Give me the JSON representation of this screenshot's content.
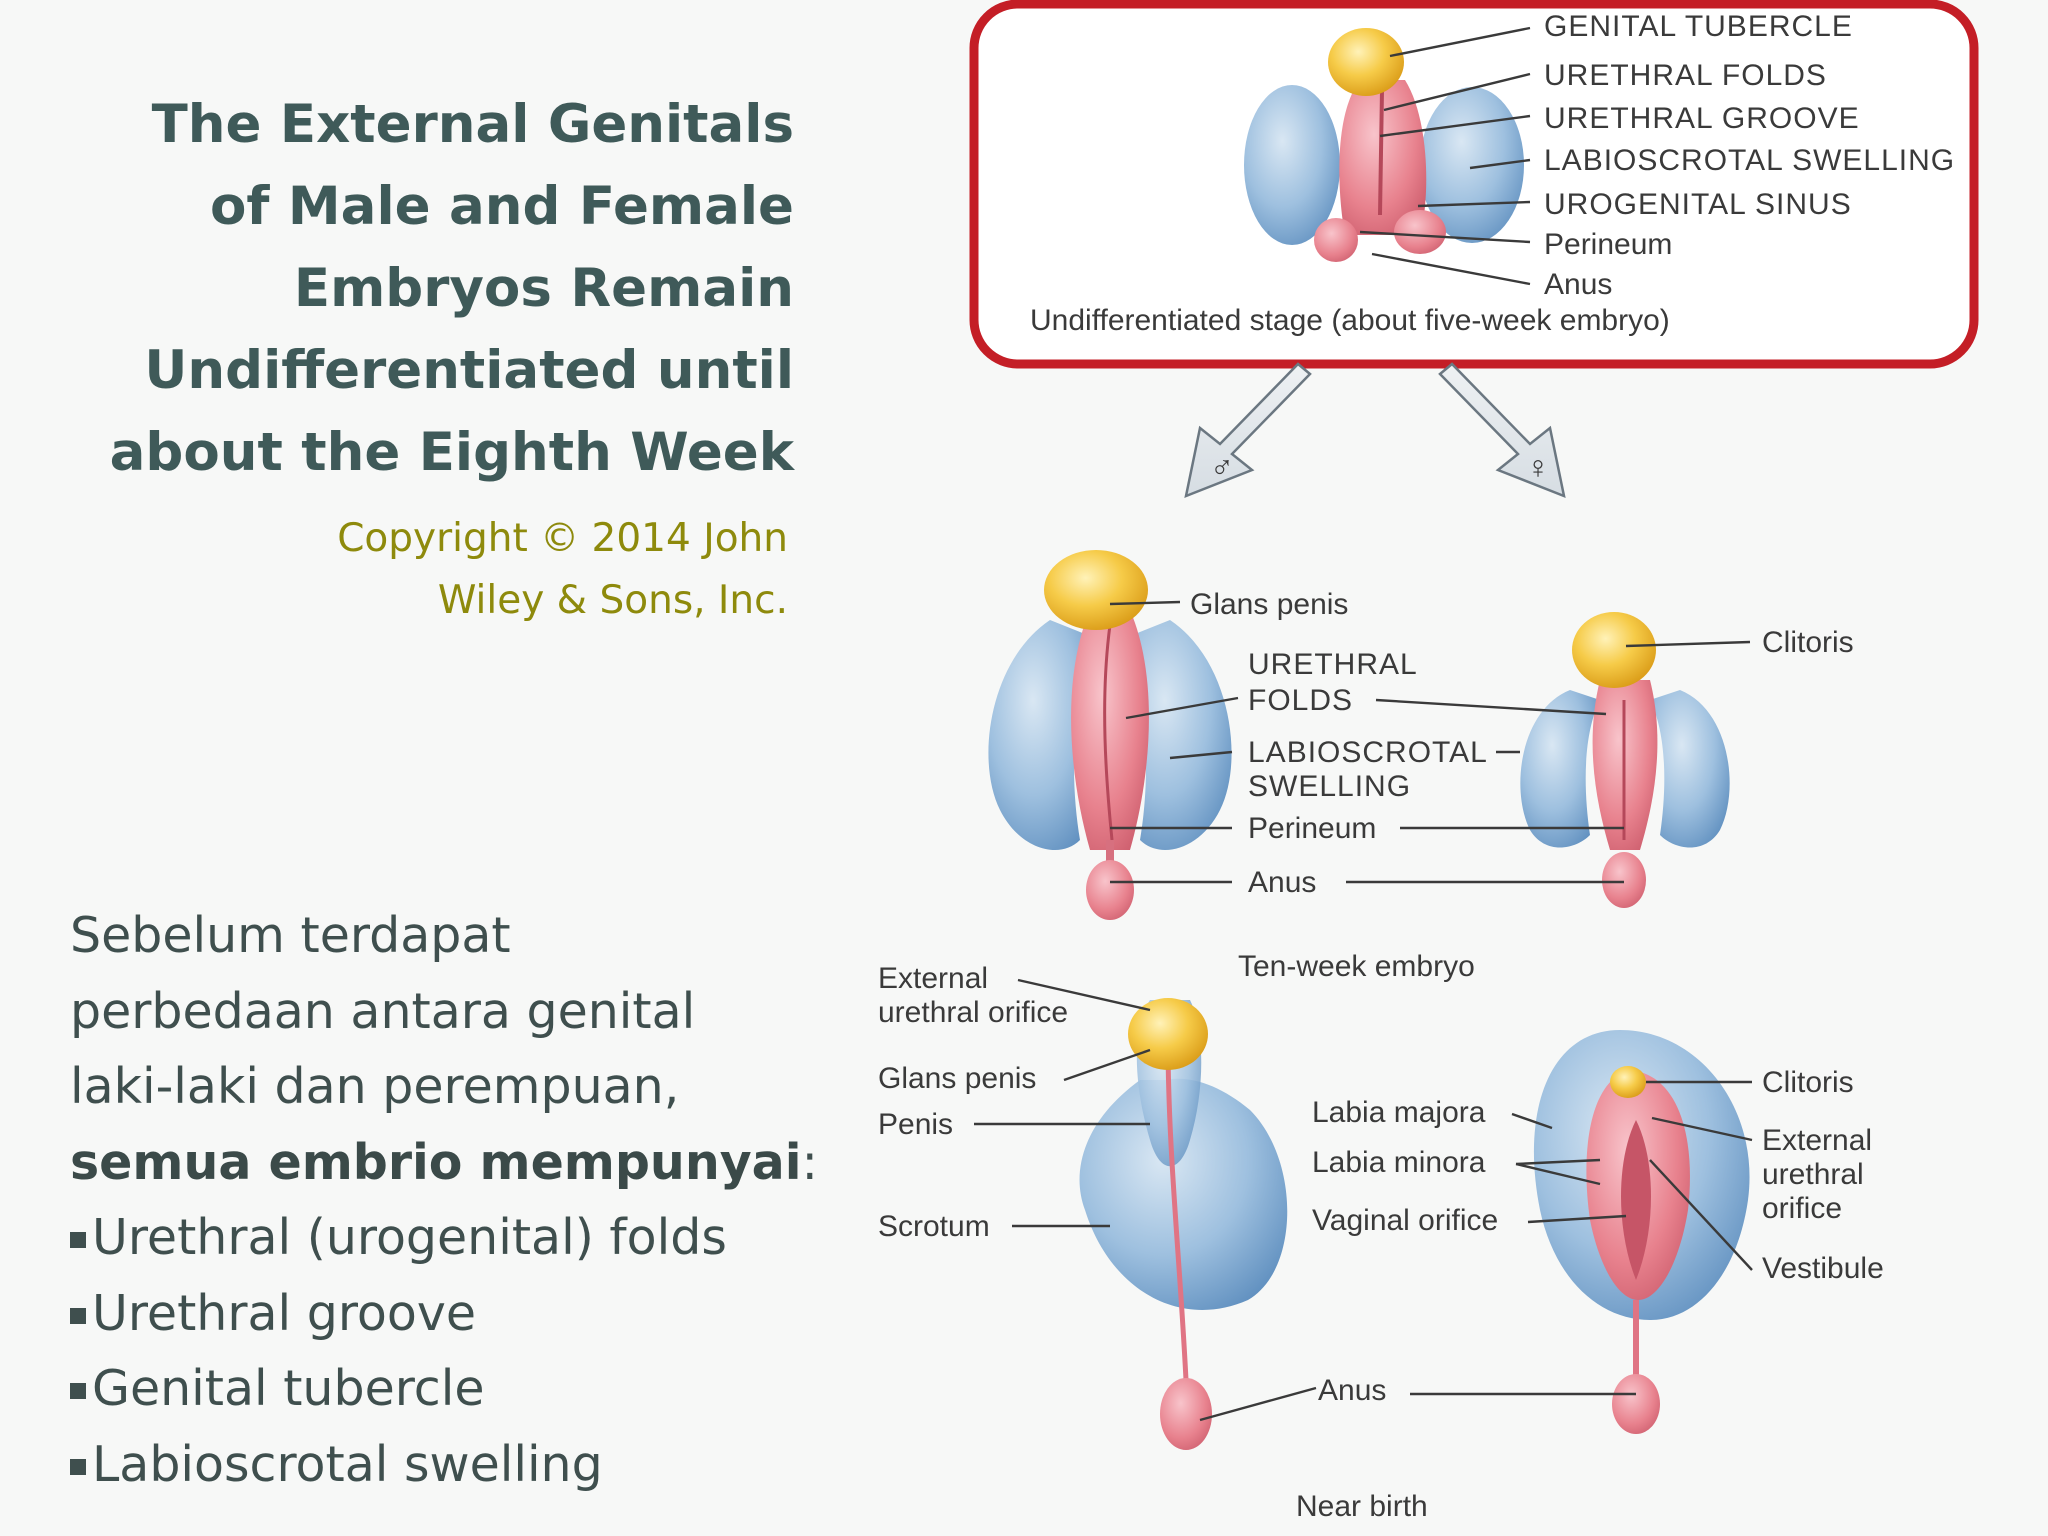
{
  "title_lines": [
    "The External Genitals",
    "of Male and Female",
    "Embryos Remain",
    "Undifferentiated until",
    "about the Eighth Week"
  ],
  "copyright_lines": [
    "Copyright © 2014 John",
    "Wiley & Sons, Inc."
  ],
  "body": {
    "intro_lines": [
      "Sebelum terdapat",
      "perbedaan antara genital",
      "laki-laki dan perempuan,"
    ],
    "bold_phrase": "semua embrio mempunyai",
    "colon": ":",
    "bullets": [
      "Urethral (urogenital) folds",
      "Urethral groove",
      "Genital tubercle",
      "Labioscrotal swelling"
    ]
  },
  "figure": {
    "undiff": {
      "labels": [
        "GENITAL TUBERCLE",
        "URETHRAL FOLDS",
        "URETHRAL GROOVE",
        "LABIOSCROTAL SWELLING",
        "UROGENITAL SINUS",
        "Perineum",
        "Anus"
      ],
      "caption": "Undifferentiated stage (about five-week embryo)"
    },
    "male_symbol": "♂",
    "female_symbol": "♀",
    "ten_week": {
      "glans": "Glans penis",
      "urethral_folds": [
        "URETHRAL",
        "FOLDS"
      ],
      "labioscrotal": [
        "LABIOSCROTAL",
        "SWELLING"
      ],
      "perineum": "Perineum",
      "anus": "Anus",
      "clitoris": "Clitoris",
      "caption": "Ten-week embryo"
    },
    "near_birth": {
      "male": {
        "external_urethral_orifice": [
          "External",
          "urethral orifice"
        ],
        "glans": "Glans penis",
        "penis": "Penis",
        "scrotum": "Scrotum"
      },
      "female": {
        "labia_majora": "Labia majora",
        "labia_minora": "Labia minora",
        "vaginal_orifice": "Vaginal orifice",
        "clitoris": "Clitoris",
        "external_urethral_orifice": [
          "External",
          "urethral",
          "orifice"
        ],
        "vestibule": "Vestibule"
      },
      "anus": "Anus",
      "caption": "Near birth"
    },
    "colors": {
      "frame": "#c41e26",
      "blue": "#8fb3d6",
      "pink": "#e8828e",
      "yellow": "#f3c23a"
    }
  }
}
